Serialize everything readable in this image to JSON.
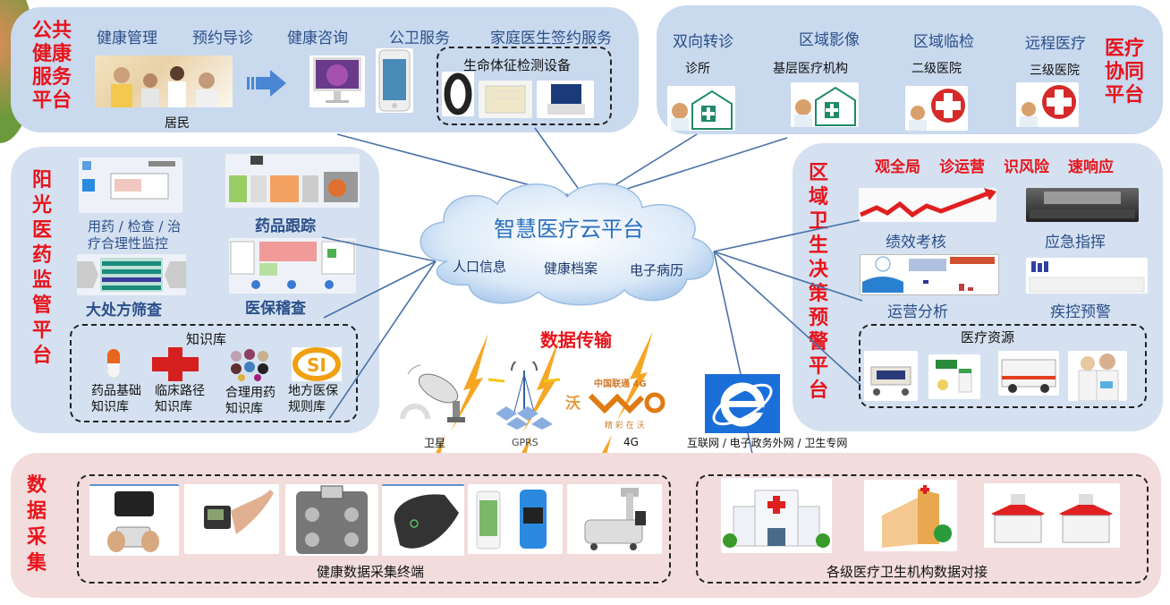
{
  "colors": {
    "panel_blue": "#c9d9ee",
    "panel_pink": "#f2dcdc",
    "title_red": "#e8141c",
    "label_blue": "#2b4f8a",
    "link_line": "#4a72a8",
    "bolt_orange": "#f5a623"
  },
  "public_health": {
    "title": "公共健康服务平台",
    "title_lines": [
      "公共",
      "健康",
      "服务",
      "平台"
    ],
    "services": [
      "健康管理",
      "预约导诊",
      "健康咨询",
      "公卫服务",
      "家庭医生签约服务"
    ],
    "resident_label": "居民",
    "devices_box_label": "生命体征检测设备"
  },
  "medical_collab": {
    "title_lines": [
      "医疗",
      "协同",
      "平台"
    ],
    "columns": [
      {
        "service": "双向转诊",
        "facility": "诊所"
      },
      {
        "service": "区域影像",
        "facility": "基层医疗机构"
      },
      {
        "service": "区域临检",
        "facility": "二级医院"
      },
      {
        "service": "远程医疗",
        "facility": "三级医院"
      }
    ]
  },
  "drug_supervision": {
    "title_lines": [
      "阳",
      "光",
      "医",
      "药",
      "监",
      "管",
      "平",
      "台"
    ],
    "items": {
      "rational_use_line1": "用药 / 检查 / 治",
      "rational_use_line2": "疗合理性监控",
      "drug_tracking": "药品跟踪",
      "prescription_screen": "大处方筛查",
      "insurance_audit": "医保稽查"
    },
    "knowledge_base": {
      "label": "知识库",
      "entries": [
        {
          "line1": "药品基础",
          "line2": "知识库"
        },
        {
          "line1": "临床路径",
          "line2": "知识库"
        },
        {
          "line1": "合理用药",
          "line2": "知识库"
        },
        {
          "line1": "地方医保",
          "line2": "规则库"
        }
      ]
    }
  },
  "cloud": {
    "title": "智慧医疗云平台",
    "items": [
      "人口信息",
      "健康档案",
      "电子病历"
    ]
  },
  "transmission": {
    "title": "数据传输",
    "channels": [
      "卫星",
      "GPRS",
      "4G"
    ],
    "unicom_line1": "中国联通 4G",
    "unicom_line2": "精 彩 在 沃",
    "unicom_wo": "沃",
    "internet_label": "互联网 / 电子政务外网 / 卫生专网"
  },
  "regional_decision": {
    "title_lines": [
      "区",
      "域",
      "卫",
      "生",
      "决",
      "策",
      "预",
      "警",
      "平",
      "台"
    ],
    "slogans": [
      "观全局",
      "诊运营",
      "识风险",
      "速响应"
    ],
    "modules": [
      "绩效考核",
      "应急指挥",
      "运营分析",
      "疾控预警"
    ],
    "resources_label": "医疗资源"
  },
  "data_collection": {
    "title_lines": [
      "数",
      "据",
      "采",
      "集"
    ],
    "terminals_label": "健康数据采集终端",
    "institutions_label": "各级医疗卫生机构数据对接"
  }
}
